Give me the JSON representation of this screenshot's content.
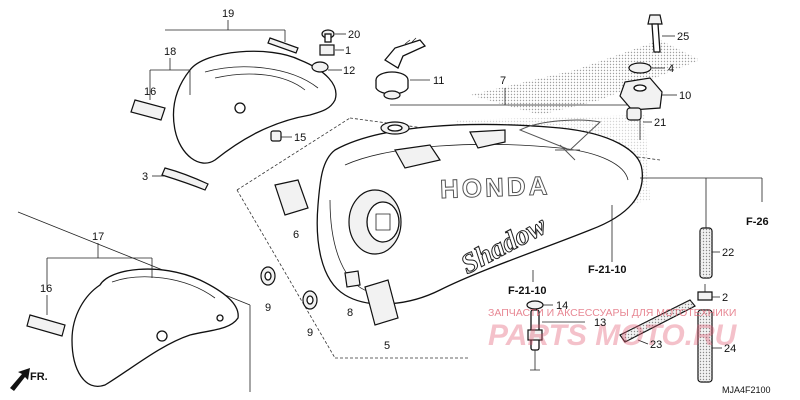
{
  "diagram": {
    "diagram_code": "MJA4F2100",
    "brand_mark": "HONDA",
    "model_script": "Shadow",
    "watermark_line": "ЗАПЧАСТИ И АКСЕССУАРЫ ДЛЯ МОТОТЕХНИКИ",
    "watermark_site": "PARTS MOTO.RU",
    "front_indicator": "FR.",
    "ref_labels": {
      "f26": "F-26",
      "f2110a": "F-21-10",
      "f2110b": "F-21-10"
    },
    "callouts": {
      "p1": "1",
      "p2": "2",
      "p3": "3",
      "p4": "4",
      "p5": "5",
      "p6": "6",
      "p7": "7",
      "p8": "8",
      "p9a": "9",
      "p9b": "9",
      "p10": "10",
      "p11": "11",
      "p12": "12",
      "p13": "13",
      "p14": "14",
      "p15": "15",
      "p16a": "16",
      "p16b": "16",
      "p17": "17",
      "p18": "18",
      "p19": "19",
      "p20": "20",
      "p21": "21",
      "p22": "22",
      "p23": "23",
      "p24": "24",
      "p25": "25"
    }
  }
}
